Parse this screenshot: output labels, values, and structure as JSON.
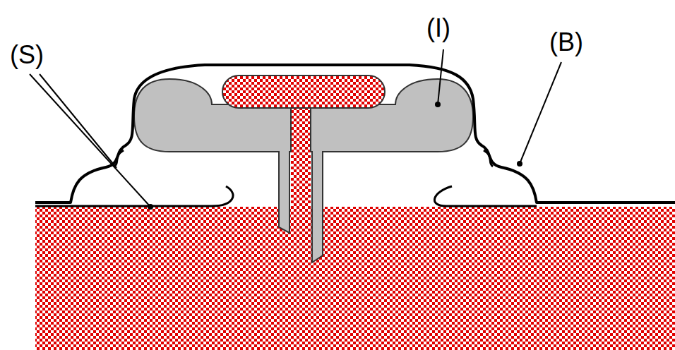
{
  "diagram": {
    "labels": [
      "(S)",
      "(I)",
      "(B)"
    ]
  }
}
